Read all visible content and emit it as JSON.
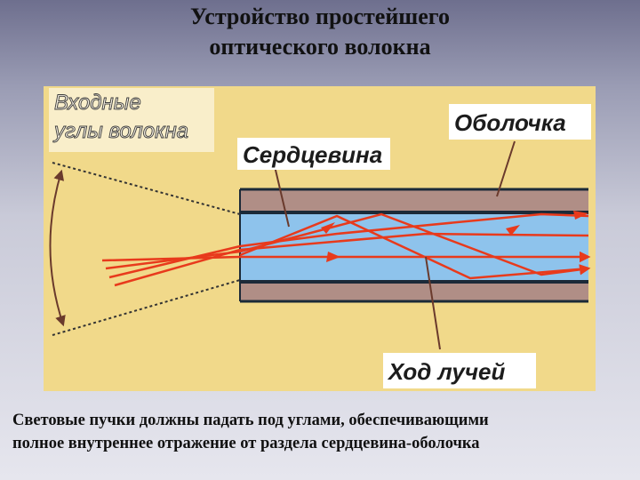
{
  "title": {
    "line1": "Устройство простейшего",
    "line2": "оптического волокна"
  },
  "diagram": {
    "label_input_angles_1": "Входные",
    "label_input_angles_2": "углы волокна",
    "label_cladding": "Оболочка",
    "label_core": "Сердцевина",
    "label_ray_path": "Ход лучей"
  },
  "caption": {
    "line1": "Световые пучки должны падать под углами, обеспечивающими",
    "line2": "полное внутреннее отражение от раздела сердцевина-оболочка"
  },
  "colors": {
    "panel_background": "#f1d98a",
    "cladding": "#b08e86",
    "core": "#8ec3ec",
    "boundary_line": "#1c2a38",
    "ray": "#e83a1c",
    "label_box": "#ffffff"
  }
}
